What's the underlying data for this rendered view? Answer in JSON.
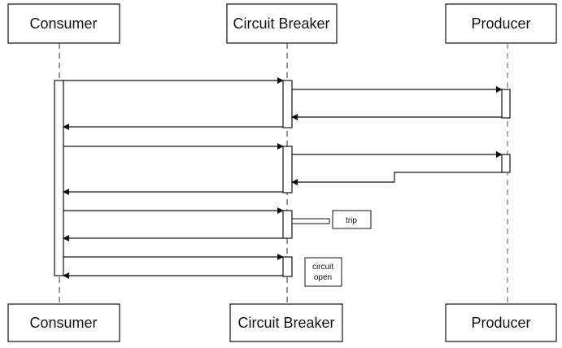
{
  "participants": [
    {
      "id": "consumer",
      "label": "Consumer"
    },
    {
      "id": "breaker",
      "label": "Circuit Breaker"
    },
    {
      "id": "producer",
      "label": "Producer"
    }
  ],
  "notes": {
    "trip": "trip",
    "circuit_open_line1": "circuit",
    "circuit_open_line2": "open"
  },
  "colors": {
    "stroke": "#111111",
    "background": "#ffffff"
  }
}
